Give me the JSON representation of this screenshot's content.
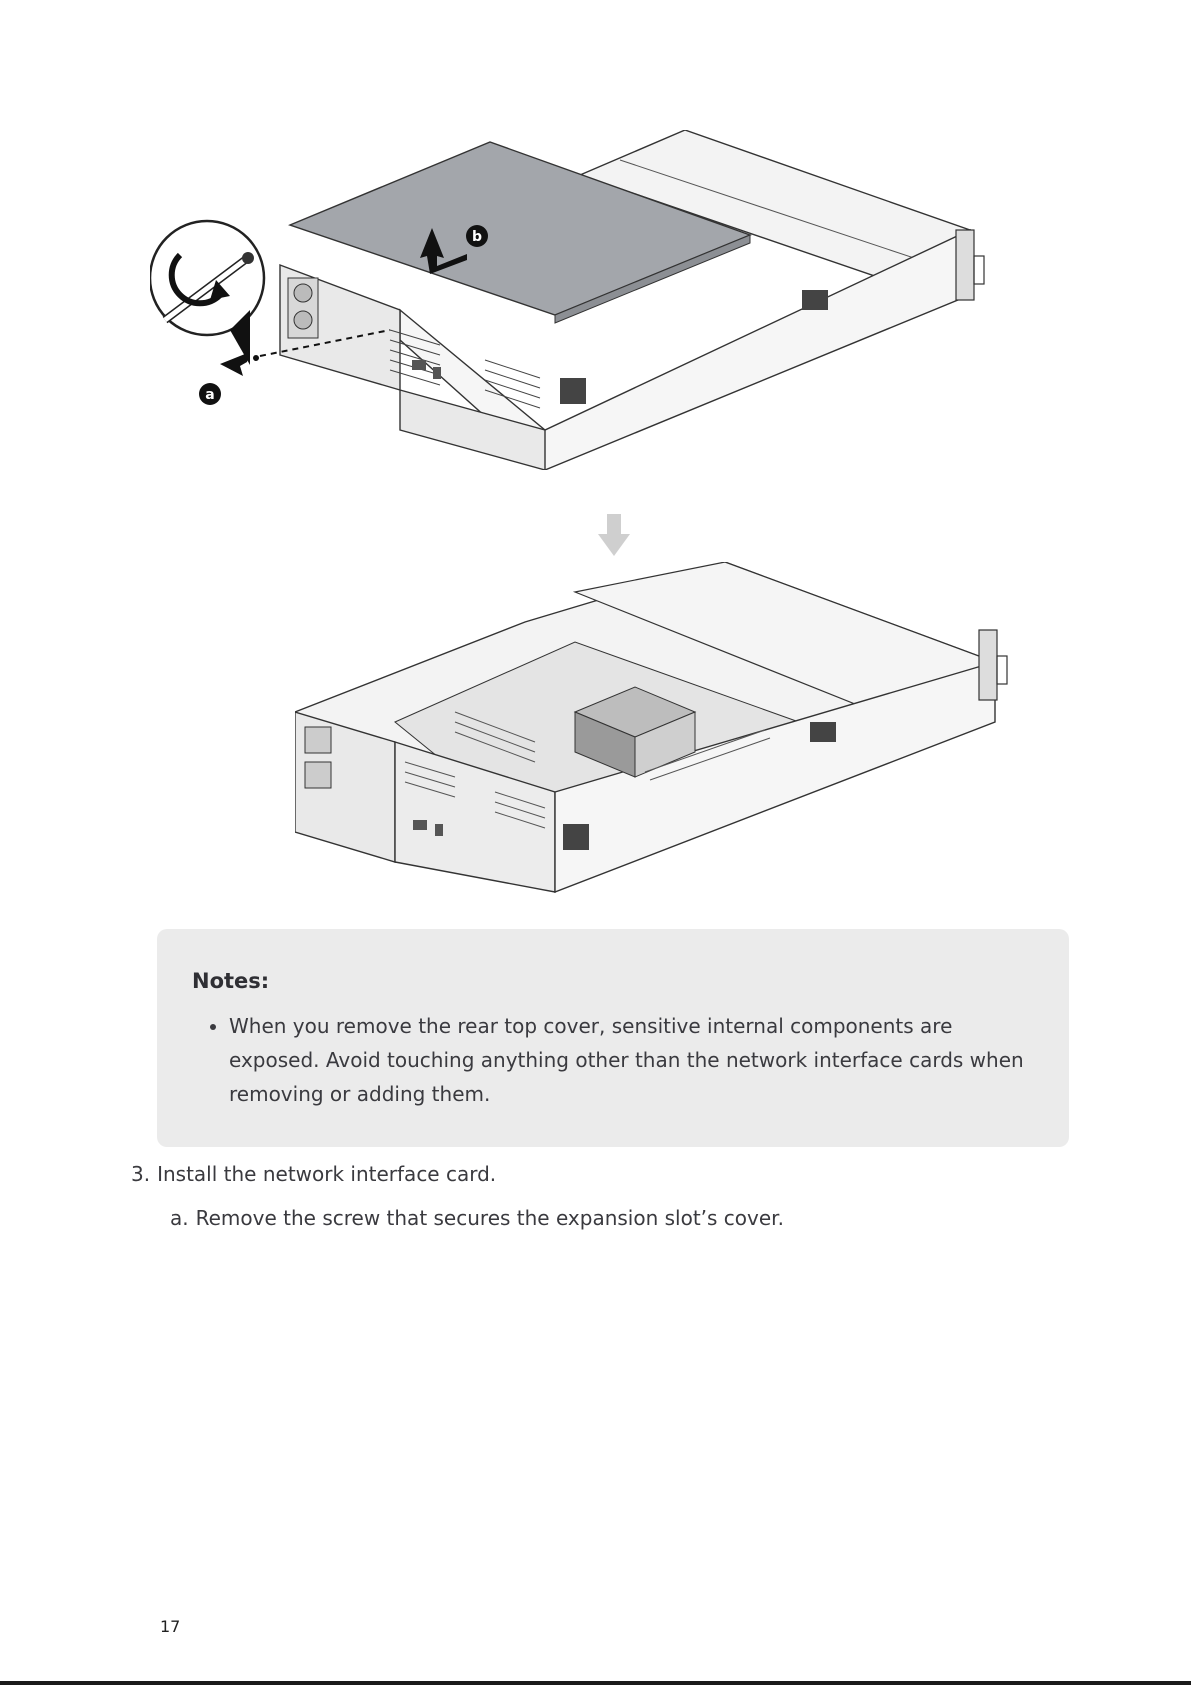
{
  "figures": {
    "remove_cover": {
      "callout_a": "a",
      "callout_b": "b"
    },
    "cover_removed": {}
  },
  "notes": {
    "title": "Notes:",
    "items": [
      "When you remove the rear top cover, sensitive internal components are exposed. Avoid touching anything other than the network interface cards when removing or adding them."
    ]
  },
  "steps": {
    "step3": {
      "number": "3.",
      "text": "Install the network interface card."
    },
    "step3a": {
      "number": "a.",
      "text": "Remove the screw that secures the expansion slot’s cover."
    }
  },
  "footer": {
    "page_number": "17"
  },
  "colors": {
    "cover_gray": "#a3a6ab",
    "notes_bg": "#ebebeb",
    "text": "#3a3a3f"
  }
}
